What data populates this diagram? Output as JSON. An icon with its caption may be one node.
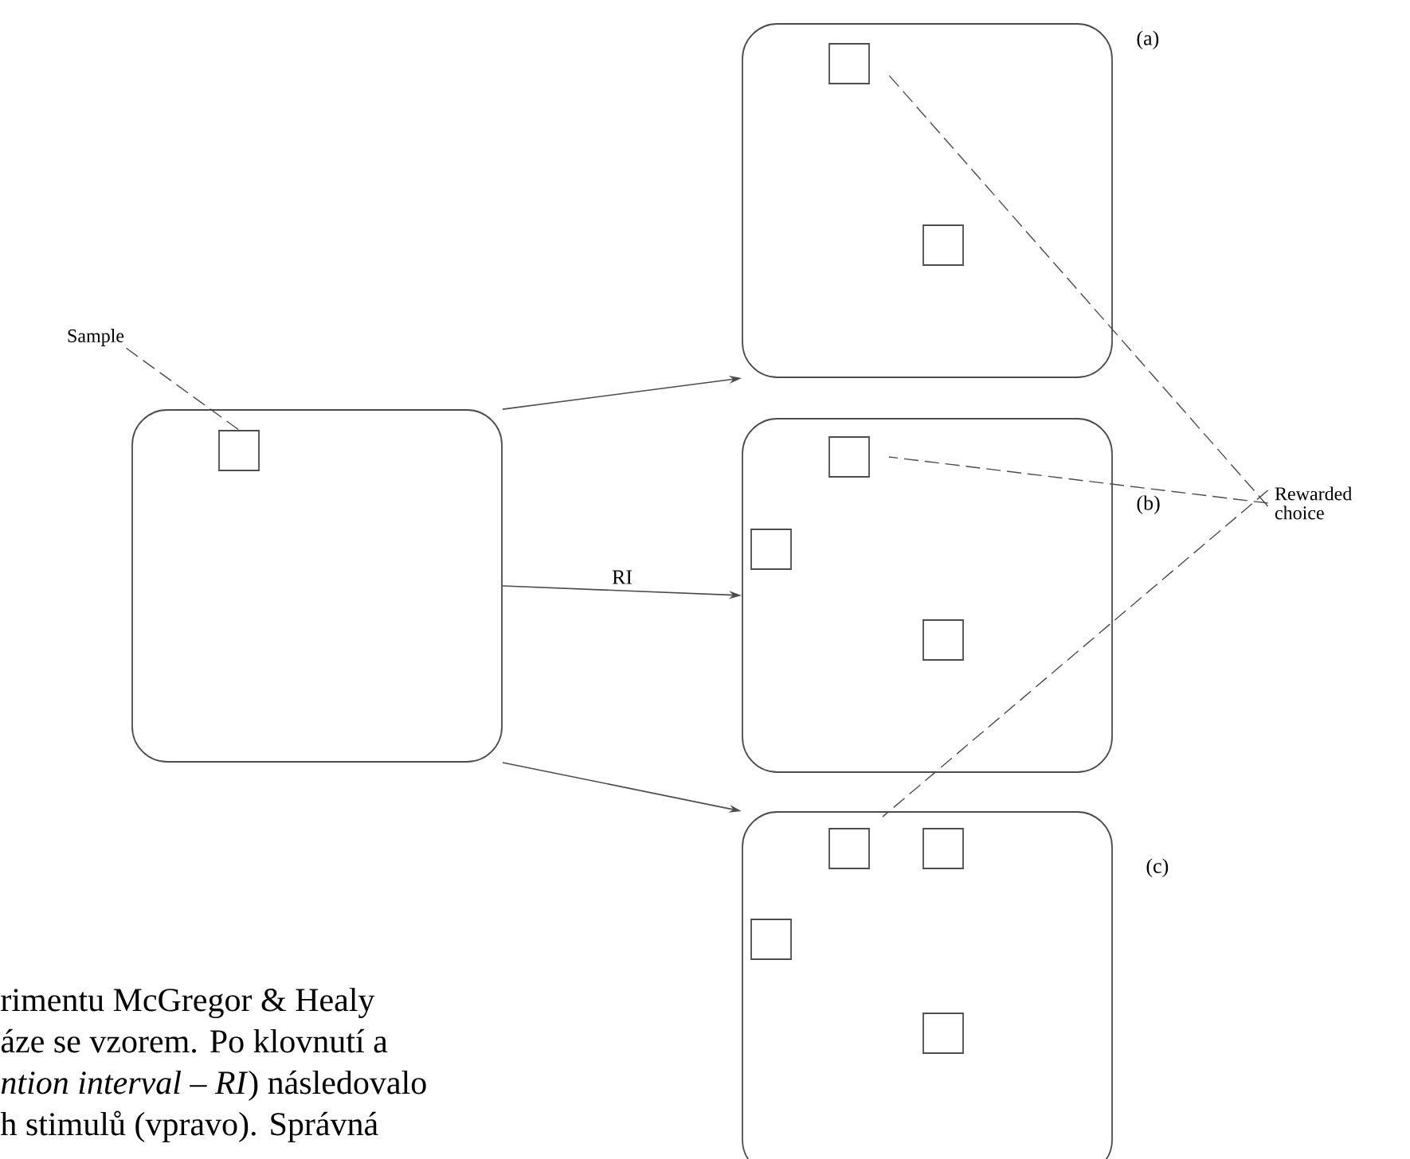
{
  "diagram": {
    "nodes": [
      {
        "text": [],
        "shape": "box"
      },
      {
        "text": [],
        "shape": "box",
        "in": 0
      },
      {
        "text": [
          "Sample"
        ]
      },
      {
        "text": [],
        "shape": "box",
        "beside": [
          "(a)"
        ]
      },
      {
        "text": [],
        "shape": "box",
        "in": 3
      },
      {
        "text": [],
        "shape": "box",
        "in": 3
      },
      {
        "text": [],
        "shape": "box",
        "beside": [
          "(b)"
        ]
      },
      {
        "text": [],
        "shape": "box",
        "in": 6
      },
      {
        "text": [],
        "shape": "box",
        "in": 6
      },
      {
        "text": [],
        "shape": "box",
        "in": 6
      },
      {
        "text": [],
        "shape": "box",
        "beside": [
          "(c)"
        ]
      },
      {
        "text": [],
        "shape": "box",
        "in": 10
      },
      {
        "text": [],
        "shape": "box",
        "in": 10
      },
      {
        "text": [],
        "shape": "box",
        "in": 10
      },
      {
        "text": [],
        "shape": "box",
        "in": 10
      },
      {
        "text": [
          "Rewarded choice"
        ]
      }
    ],
    "edges": [
      {
        "from": 2,
        "to": 1,
        "arrow": "none",
        "style": "dashed"
      },
      {
        "from": 0,
        "to": 3,
        "arrow": "to"
      },
      {
        "from": 0,
        "to": 6,
        "arrow": "to",
        "label": "RI"
      },
      {
        "from": 0,
        "to": 10,
        "arrow": "to"
      },
      {
        "from": 15,
        "to": 4,
        "arrow": "none",
        "style": "dashed"
      },
      {
        "from": 15,
        "to": 7,
        "arrow": "none",
        "style": "dashed"
      },
      {
        "from": 15,
        "to": 11,
        "arrow": "none",
        "style": "dashed"
      }
    ],
    "labels": [
      "rimentu McGregor & Healy",
      "áze se vzorem. Po klovnutí a",
      "*ntion interval – RI*) následovalo",
      "h stimulů (vpravo). Správná"
    ]
  }
}
